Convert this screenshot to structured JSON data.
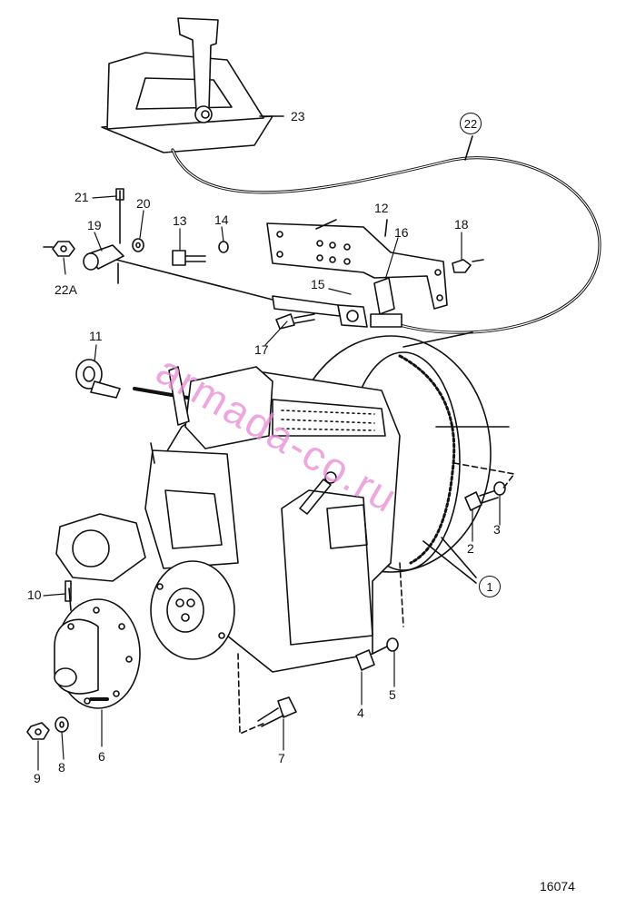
{
  "diagram": {
    "drawing_number": "16074",
    "watermark": "armada-co.ru",
    "callouts": {
      "c1": "1",
      "c2": "2",
      "c3": "3",
      "c4": "4",
      "c5": "5",
      "c6": "6",
      "c7": "7",
      "c8": "8",
      "c9": "9",
      "c10": "10",
      "c11": "11",
      "c12": "12",
      "c13": "13",
      "c14": "14",
      "c15": "15",
      "c16": "16",
      "c17": "17",
      "c18": "18",
      "c19": "19",
      "c20": "20",
      "c21": "21",
      "c22": "22",
      "c22a": "22A",
      "c23": "23"
    }
  }
}
